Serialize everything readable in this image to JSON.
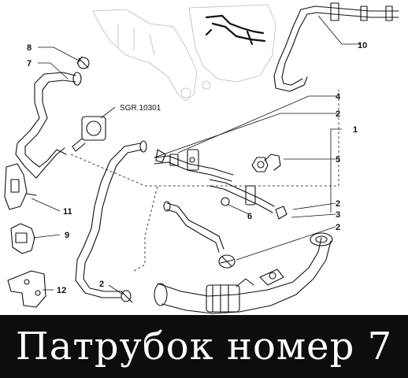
{
  "caption": "Патрубок номер 7",
  "reference_code": "SGR.10301",
  "callouts": {
    "c8": "8",
    "c7": "7",
    "c10": "10",
    "c4": "4",
    "c2a": "2",
    "c1": "1",
    "c5": "5",
    "c2b": "2",
    "c3": "3",
    "c2c": "2",
    "c6": "6",
    "c11": "11",
    "c9": "9",
    "c12": "12",
    "c2d": "2"
  },
  "colors": {
    "banner": "#0d0d0d",
    "caption_text": "#ffffff",
    "line": "#111111"
  }
}
